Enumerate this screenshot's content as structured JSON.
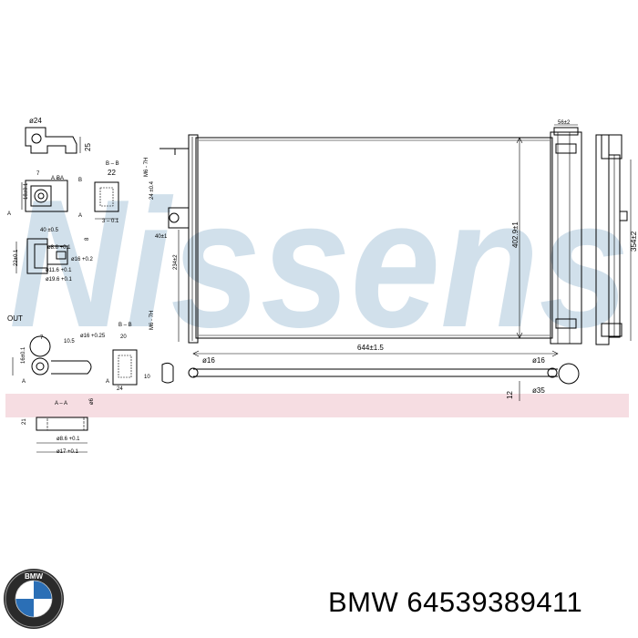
{
  "watermark": {
    "text": "Nissens",
    "color": "#c9dbe8"
  },
  "band_color": "#f6dde2",
  "logo": {
    "icon": "bmw-logo-icon",
    "letters": "BMW"
  },
  "caption": {
    "brand": "BMW",
    "part_number": "64539389411"
  },
  "labels": {
    "out": "OUT",
    "d24": "ø24",
    "d25": "25",
    "seven_a": "7",
    "seven_b": "7",
    "b_left": "B",
    "b_left2": "B",
    "a_left": "A",
    "a_left2": "A",
    "a_left3": "A",
    "a_left4": "A",
    "v18": "18±0.1",
    "v16": "16±0.1",
    "v22a": "22",
    "v22b": "22±0.1",
    "bb1": "B – B",
    "bb2": "B – B",
    "m6_1": "M6 - 7H",
    "m6_2": "M6 - 7H",
    "v24": "24 ±0.4",
    "v3_1": "3 – 0.1",
    "aa1": "A – A",
    "aa2": "A – A",
    "v40a": "40 ±0.5",
    "v40b": "40±1",
    "v8": "8",
    "d16_1": "ø16 +0.2",
    "d16_2": "ø16 +0.25",
    "d16_3": "ø16",
    "d16_4": "ø16",
    "d8_6a": "ø8.6 +0.1",
    "d8_6b": "ø8.6 +0.1",
    "d11_6": "ø11.6 +0.1",
    "d19_6": "ø19.6 +0.1",
    "d17": "ø17 +0.1",
    "d6": "ø6",
    "d35": "ø35",
    "v10_5": "10.5",
    "v20": "20",
    "v10": "10",
    "v24b": "24",
    "v21": "21",
    "v12": "12",
    "v234": "234±2",
    "v402": "402.9±1",
    "v644": "644±1.5",
    "v354": "354±2",
    "v56": "56±2"
  }
}
